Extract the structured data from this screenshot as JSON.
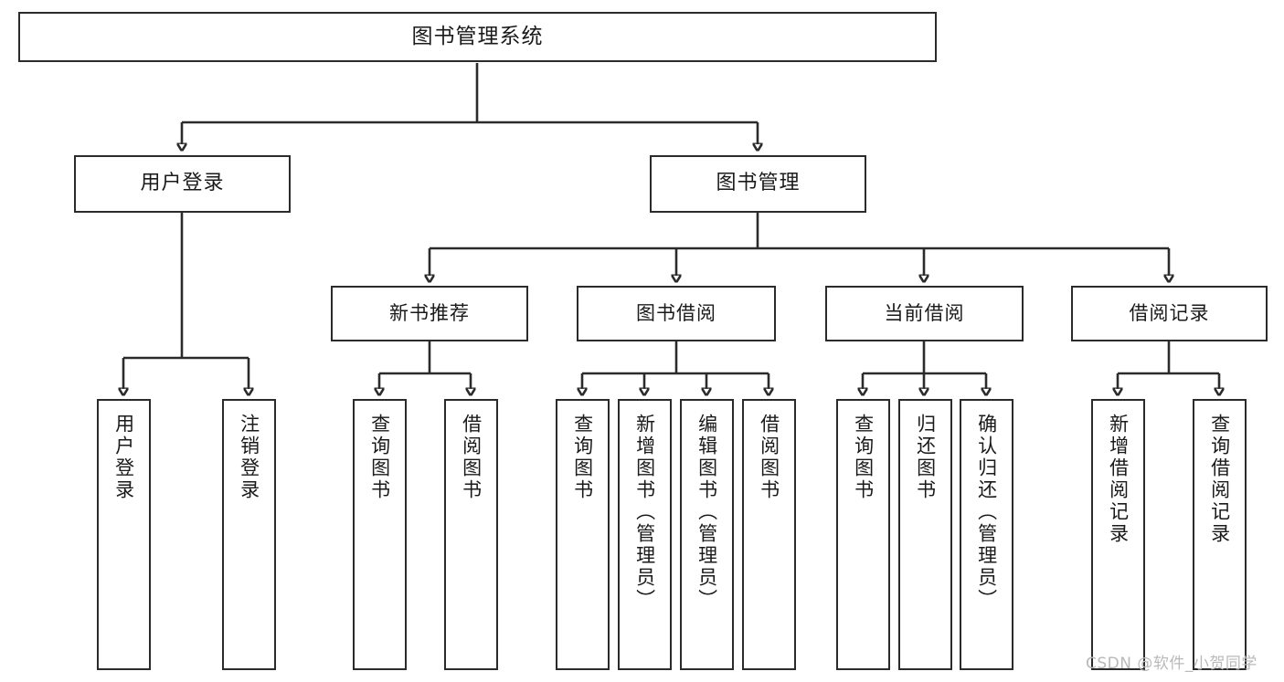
{
  "diagram": {
    "type": "tree",
    "title": "图书管理系统",
    "root": {
      "label": "图书管理系统"
    },
    "level1": [
      {
        "label": "用户登录"
      },
      {
        "label": "图书管理"
      }
    ],
    "level2": [
      {
        "label": "新书推荐"
      },
      {
        "label": "图书借阅"
      },
      {
        "label": "当前借阅"
      },
      {
        "label": "借阅记录"
      }
    ],
    "leaves": {
      "user_login": [
        {
          "label": "用户登录"
        },
        {
          "label": "注销登录"
        }
      ],
      "new_book_recommend": [
        {
          "label": "查询图书"
        },
        {
          "label": "借阅图书"
        }
      ],
      "book_borrow": [
        {
          "label": "查询图书"
        },
        {
          "label": "新增图书（管理员）"
        },
        {
          "label": "编辑图书（管理员）"
        },
        {
          "label": "借阅图书"
        }
      ],
      "current_borrow": [
        {
          "label": "查询图书"
        },
        {
          "label": "归还图书"
        },
        {
          "label": "确认归还（管理员）"
        }
      ],
      "borrow_records": [
        {
          "label": "新增借阅记录"
        },
        {
          "label": "查询借阅记录"
        }
      ]
    }
  },
  "watermark": {
    "text": "CSDN @软件_小贺同学"
  },
  "colors": {
    "stroke": "#2b2b2b",
    "background": "#ffffff",
    "text": "#1a1a1a",
    "watermark": "#b9b9b9"
  }
}
